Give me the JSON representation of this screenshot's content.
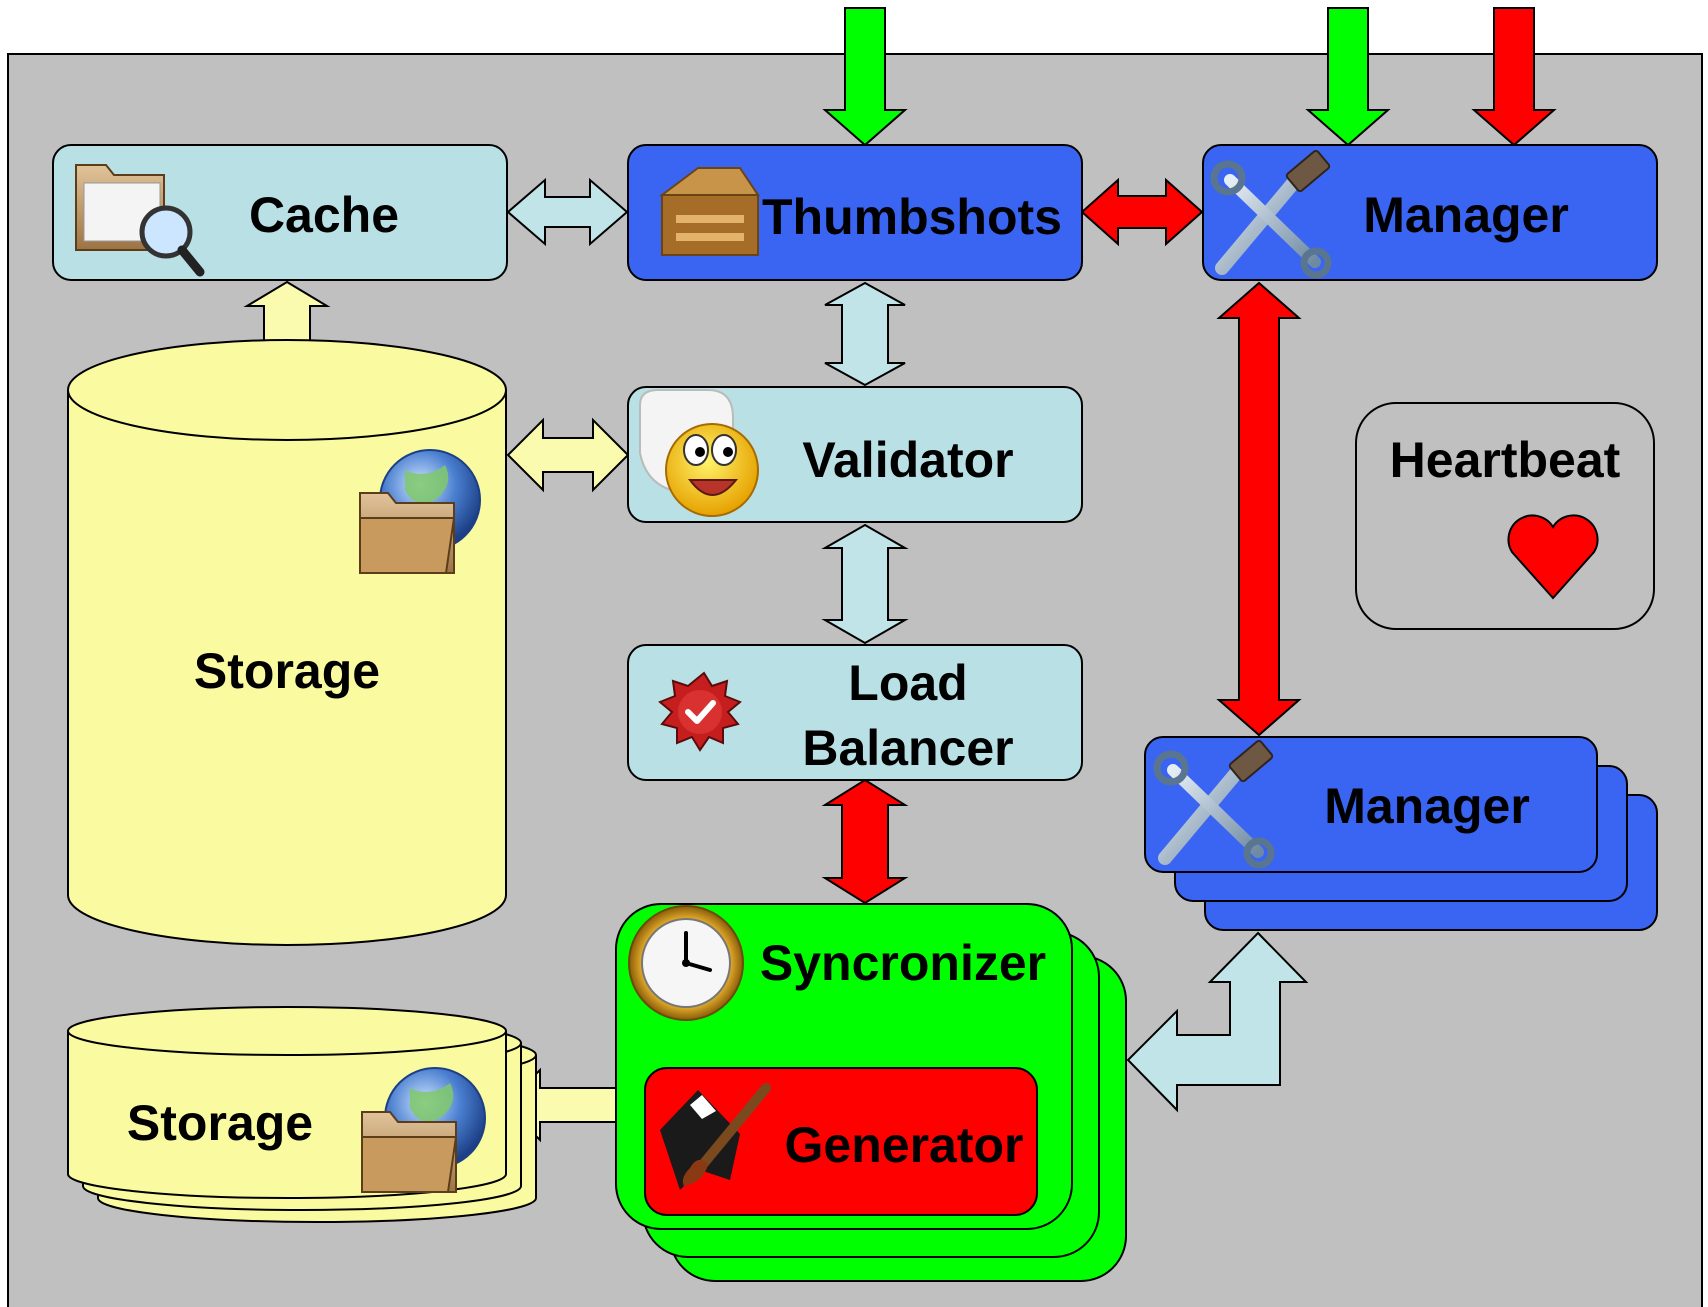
{
  "diagram": {
    "nodes": {
      "cache": {
        "label": "Cache"
      },
      "thumbshots": {
        "label": "Thumbshots"
      },
      "manager_top": {
        "label": "Manager"
      },
      "validator": {
        "label": "Validator"
      },
      "load_balancer": {
        "label_line1": "Load",
        "label_line2": "Balancer"
      },
      "heartbeat": {
        "label": "Heartbeat"
      },
      "manager_stack": {
        "label": "Manager"
      },
      "storage_main": {
        "label": "Storage"
      },
      "storage_stack": {
        "label": "Storage"
      },
      "syncronizer": {
        "label": "Syncronizer"
      },
      "generator": {
        "label": "Generator"
      }
    },
    "colors": {
      "background": "#c0c0c0",
      "light_box": "#b9e0e4",
      "blue_box": "#3a64f2",
      "green_box": "#00ff00",
      "red_box": "#ff0000",
      "storage_fill": "#fafaa0",
      "arrow_green": "#00ff00",
      "arrow_red": "#ff0000",
      "arrow_lightblue": "#c0e4e8",
      "arrow_yellow": "#fbfbb0"
    },
    "icons": [
      "folder-search-icon",
      "package-box-icon",
      "tools-icon",
      "smiley-face-icon",
      "red-badge-checkmark-icon",
      "heart-icon",
      "folder-globe-icon",
      "clock-icon",
      "paintbrush-icon"
    ]
  }
}
